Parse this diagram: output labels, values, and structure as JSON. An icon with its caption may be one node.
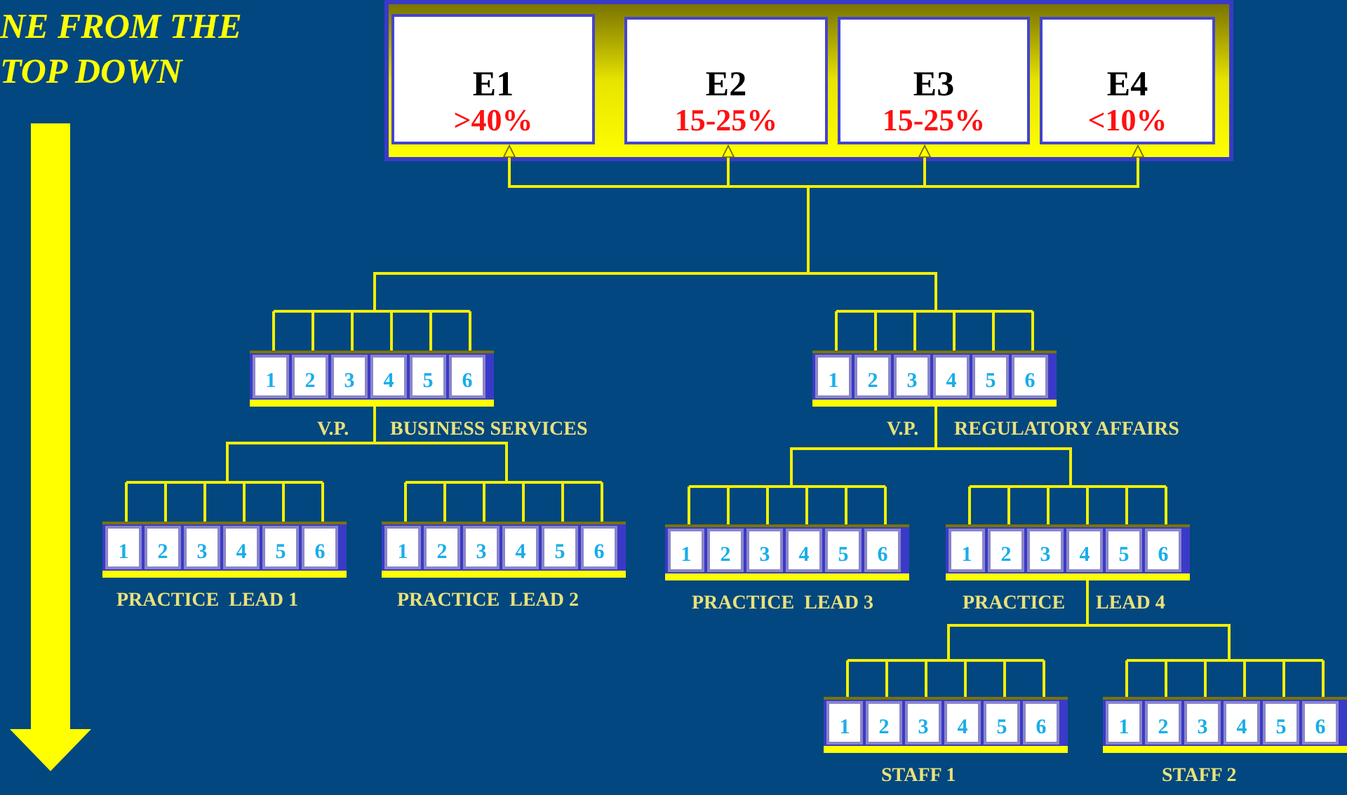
{
  "diagram": {
    "title": "NE FROM THE TOP DOWN",
    "nodes": [
      {
        "text": [],
        "shape": "box"
      },
      {
        "text": [
          "E1",
          ">40%"
        ],
        "in": 0
      },
      {
        "text": [
          "E2",
          "15-25%"
        ],
        "in": 0
      },
      {
        "text": [
          "E3",
          "15-25%"
        ],
        "in": 0
      },
      {
        "text": [
          "E4",
          "<10%"
        ],
        "in": 0
      },
      {
        "text": [],
        "shape": "bar",
        "beside": [
          "V.P.",
          "BUSINESS SERVICES"
        ]
      },
      {
        "text": [
          "1"
        ],
        "in": 5
      },
      {
        "text": [
          "2"
        ],
        "in": 5
      },
      {
        "text": [
          "3"
        ],
        "in": 5
      },
      {
        "text": [
          "4"
        ],
        "in": 5
      },
      {
        "text": [
          "5"
        ],
        "in": 5
      },
      {
        "text": [
          "6"
        ],
        "in": 5
      },
      {
        "text": [],
        "shape": "bar",
        "beside": [
          "V.P.",
          "REGULATORY AFFAIRS"
        ]
      },
      {
        "text": [
          "1"
        ],
        "in": 12
      },
      {
        "text": [
          "2"
        ],
        "in": 12
      },
      {
        "text": [
          "3"
        ],
        "in": 12
      },
      {
        "text": [
          "4"
        ],
        "in": 12
      },
      {
        "text": [
          "5"
        ],
        "in": 12
      },
      {
        "text": [
          "6"
        ],
        "in": 12
      },
      {
        "text": [],
        "shape": "bar",
        "beside": [
          "PRACTICE  LEAD 1"
        ]
      },
      {
        "text": [
          "1"
        ],
        "in": 19
      },
      {
        "text": [
          "2"
        ],
        "in": 19
      },
      {
        "text": [
          "3"
        ],
        "in": 19
      },
      {
        "text": [
          "4"
        ],
        "in": 19
      },
      {
        "text": [
          "5"
        ],
        "in": 19
      },
      {
        "text": [
          "6"
        ],
        "in": 19
      },
      {
        "text": [],
        "shape": "bar",
        "beside": [
          "PRACTICE  LEAD 2"
        ]
      },
      {
        "text": [
          "1"
        ],
        "in": 26
      },
      {
        "text": [
          "2"
        ],
        "in": 26
      },
      {
        "text": [
          "3"
        ],
        "in": 26
      },
      {
        "text": [
          "4"
        ],
        "in": 26
      },
      {
        "text": [
          "5"
        ],
        "in": 26
      },
      {
        "text": [
          "6"
        ],
        "in": 26
      },
      {
        "text": [],
        "shape": "bar",
        "beside": [
          "PRACTICE  LEAD 3"
        ]
      },
      {
        "text": [
          "1"
        ],
        "in": 33
      },
      {
        "text": [
          "2"
        ],
        "in": 33
      },
      {
        "text": [
          "3"
        ],
        "in": 33
      },
      {
        "text": [
          "4"
        ],
        "in": 33
      },
      {
        "text": [
          "5"
        ],
        "in": 33
      },
      {
        "text": [
          "6"
        ],
        "in": 33
      },
      {
        "text": [],
        "shape": "bar",
        "beside": [
          "PRACTICE",
          "LEAD 4"
        ]
      },
      {
        "text": [
          "1"
        ],
        "in": 40
      },
      {
        "text": [
          "2"
        ],
        "in": 40
      },
      {
        "text": [
          "3"
        ],
        "in": 40
      },
      {
        "text": [
          "4"
        ],
        "in": 40
      },
      {
        "text": [
          "5"
        ],
        "in": 40
      },
      {
        "text": [
          "6"
        ],
        "in": 40
      },
      {
        "text": [],
        "shape": "bar",
        "beside": [
          "STAFF 1"
        ]
      },
      {
        "text": [
          "1"
        ],
        "in": 47
      },
      {
        "text": [
          "2"
        ],
        "in": 47
      },
      {
        "text": [
          "3"
        ],
        "in": 47
      },
      {
        "text": [
          "4"
        ],
        "in": 47
      },
      {
        "text": [
          "5"
        ],
        "in": 47
      },
      {
        "text": [
          "6"
        ],
        "in": 47
      },
      {
        "text": [],
        "shape": "bar",
        "beside": [
          "STAFF 2"
        ]
      },
      {
        "text": [
          "1"
        ],
        "in": 54
      },
      {
        "text": [
          "2"
        ],
        "in": 54
      },
      {
        "text": [
          "3"
        ],
        "in": 54
      },
      {
        "text": [
          "4"
        ],
        "in": 54
      },
      {
        "text": [
          "5"
        ],
        "in": 54
      },
      {
        "text": [
          "6"
        ],
        "in": 54
      }
    ],
    "edges": [
      {
        "from": 5,
        "to": 1,
        "arrow": "to"
      },
      {
        "from": 5,
        "to": 2,
        "arrow": "to"
      },
      {
        "from": 5,
        "to": 3,
        "arrow": "to"
      },
      {
        "from": 5,
        "to": 4,
        "arrow": "to"
      },
      {
        "from": 12,
        "to": 1,
        "arrow": "to"
      },
      {
        "from": 12,
        "to": 2,
        "arrow": "to"
      },
      {
        "from": 12,
        "to": 3,
        "arrow": "to"
      },
      {
        "from": 12,
        "to": 4,
        "arrow": "to"
      },
      {
        "from": 5,
        "to": 19,
        "arrow": "none"
      },
      {
        "from": 5,
        "to": 26,
        "arrow": "none"
      },
      {
        "from": 12,
        "to": 33,
        "arrow": "none"
      },
      {
        "from": 12,
        "to": 40,
        "arrow": "none"
      },
      {
        "from": 40,
        "to": 47,
        "arrow": "none"
      },
      {
        "from": 40,
        "to": 54,
        "arrow": "none"
      }
    ]
  }
}
